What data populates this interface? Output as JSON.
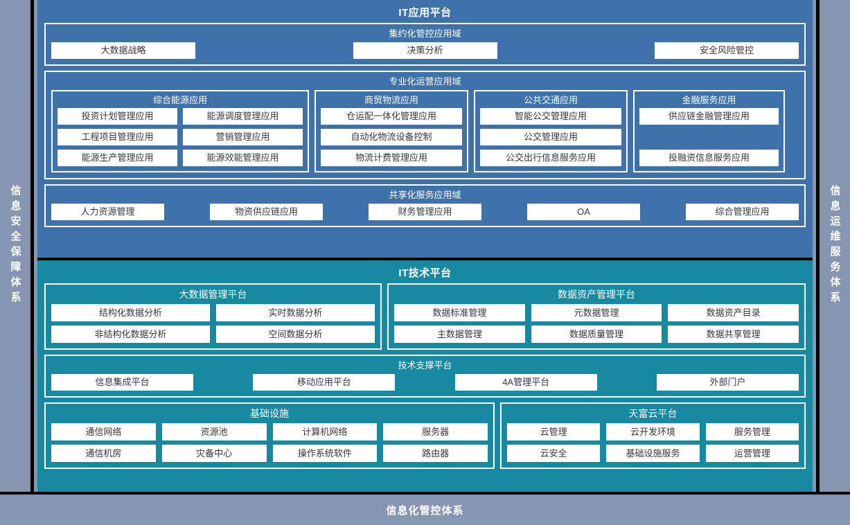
{
  "left_rail": {
    "label": "信息安全保障体系"
  },
  "right_rail": {
    "label": "信息运维服务体系"
  },
  "bottom_bar": {
    "label": "信息化管控体系"
  },
  "colors": {
    "application_panel": "#3f72aa",
    "technology_panel": "#1789a0",
    "rail": "#8796b0",
    "chip": "#ffffff",
    "border": "#ffffff",
    "frame": "#000000"
  },
  "application_platform": {
    "title": "IT应用平台",
    "domains": [
      {
        "title": "集约化管控应用域",
        "items": [
          "大数据战略",
          "决策分析",
          "安全风险管控"
        ]
      },
      {
        "title": "专业化运营应用域",
        "groups": [
          {
            "title": "综合能源应用",
            "rows": [
              [
                "投资计划管理应用",
                "能源调度管理应用"
              ],
              [
                "工程项目管理应用",
                "营销管理应用"
              ],
              [
                "能源生产管理应用",
                "能源效能管理应用"
              ]
            ]
          },
          {
            "title": "商贸物流应用",
            "rows": [
              [
                "仓运配一体化管理应用"
              ],
              [
                "自动化物流设备控制"
              ],
              [
                "物流计费管理应用"
              ]
            ]
          },
          {
            "title": "公共交通应用",
            "rows": [
              [
                "智能公交管理应用"
              ],
              [
                "公交管理应用"
              ],
              [
                "公交出行信息服务应用"
              ]
            ]
          },
          {
            "title": "金融服务应用",
            "rows": [
              [
                "供应链金融管理应用"
              ],
              [
                ""
              ],
              [
                "投融资信息服务应用"
              ]
            ]
          }
        ]
      },
      {
        "title": "共享化服务应用域",
        "items": [
          "人力资源管理",
          "物资供应链应用",
          "财务管理应用",
          "OA",
          "综合管理应用"
        ]
      }
    ]
  },
  "technology_platform": {
    "title": "IT技术平台",
    "row_data": [
      {
        "title": "大数据管理平台",
        "rows": [
          [
            "结构化数据分析",
            "实时数据分析"
          ],
          [
            "非结构化数据分析",
            "空间数据分析"
          ]
        ]
      },
      {
        "title": "数据资产管理平台",
        "rows": [
          [
            "数据标准管理",
            "元数据管理",
            "数据资产目录"
          ],
          [
            "主数据管理",
            "数据质量管理",
            "数据共享管理"
          ]
        ]
      }
    ],
    "support": {
      "title": "技术支撑平台",
      "items": [
        "信息集成平台",
        "移动应用平台",
        "4A管理平台",
        "外部门户"
      ]
    },
    "bottom_groups": [
      {
        "title": "基础设施",
        "rows": [
          [
            "通信网络",
            "资源池",
            "计算机网络",
            "服务器"
          ],
          [
            "通信机房",
            "灾备中心",
            "操作系统软件",
            "路由器"
          ]
        ]
      },
      {
        "title": "天富云平台",
        "rows": [
          [
            "云管理",
            "云开发环境",
            "服务管理"
          ],
          [
            "云安全",
            "基础设施服务",
            "运营管理"
          ]
        ]
      }
    ]
  }
}
